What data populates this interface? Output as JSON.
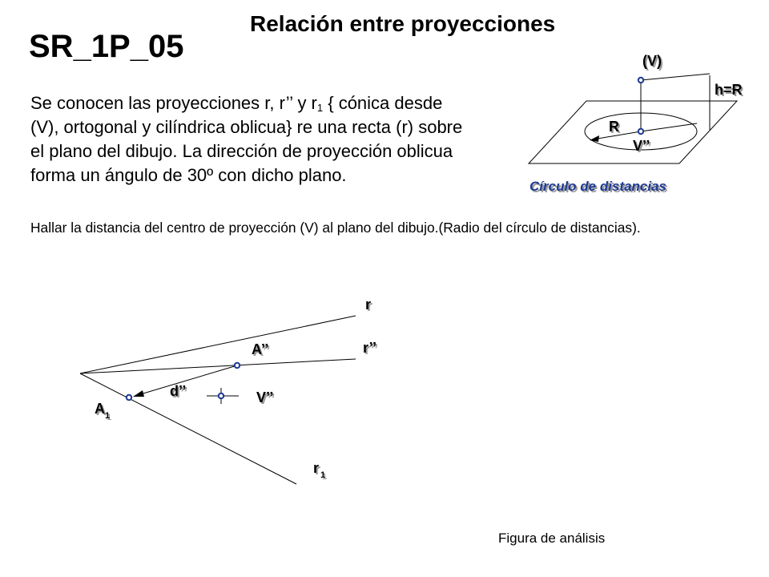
{
  "header": {
    "title": "Relación entre proyecciones",
    "code": "SR_1P_05"
  },
  "statement": {
    "line1_a": "Se conocen las proyecciones r, r’’ y r",
    "line1_sub": "1",
    "line1_b": " { cónica desde",
    "line2": "(V), ortogonal y cilíndrica oblicua} re una recta (r) sobre",
    "line3": "el plano del dibujo. La dirección de proyección oblicua",
    "line4": "forma  un ángulo de 30º con dicho plano."
  },
  "question": "Hallar la distancia del centro de proyección (V) al plano del dibujo.(Radio del círculo de distancias).",
  "inset": {
    "label_v": "(V)",
    "label_h": "h=R",
    "label_r": "R",
    "label_vpp": "V’’",
    "caption": "Círculo de distancias"
  },
  "figure": {
    "label_r": "r",
    "label_rpp": "r’’",
    "label_app": "A’’",
    "label_dpp": "d’’",
    "label_vpp": "V’’",
    "label_a1": "A",
    "label_a1_sub": "1",
    "label_r1": "r",
    "label_r1_sub": "1"
  },
  "caption": "Figura de análisis"
}
